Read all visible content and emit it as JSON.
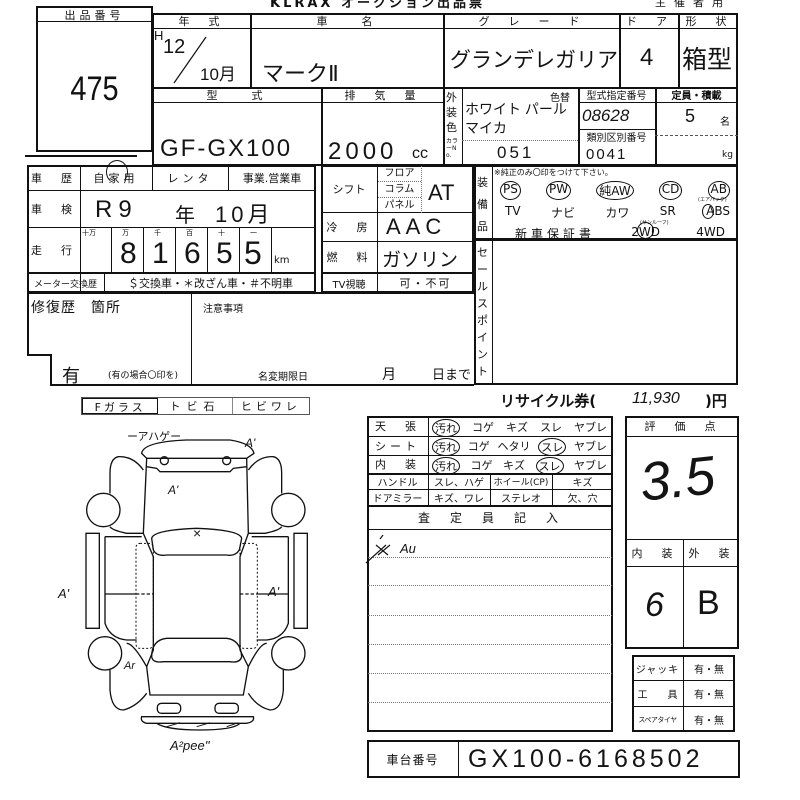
{
  "header": {
    "title": "KLRAX オークション出品票",
    "usage": "主催者用"
  },
  "lot": {
    "label": "出品番号",
    "number": "475"
  },
  "vehicle": {
    "year_label": "年　式",
    "year_era": "H",
    "year": "12",
    "month": "10月",
    "name_label": "車　　名",
    "name": "マークⅡ",
    "grade_label": "グ　レ　ー　ド",
    "grade": "グランデレガリア",
    "doors_label": "ド　ア",
    "doors": "4",
    "shape_label": "形　状",
    "shape": "箱型",
    "model_label": "型　　式",
    "model": "GF-GX100",
    "displacement_label": "排　気　量",
    "displacement": "2000",
    "displacement_unit": "cc",
    "color_label": "外装色",
    "color_change_label": "色替",
    "color": "ホワイト パールマイカ",
    "color_no_label": "カラーNo.",
    "color_no": "051",
    "type_designation_label": "型式指定番号",
    "type_designation": "08628",
    "category_label": "類別区別番号",
    "category": "0041",
    "capacity_label": "定員・積載",
    "capacity": "5",
    "capacity_unit": "名",
    "load_unit": "kg"
  },
  "history": {
    "label": "車　歴",
    "options": [
      "自家用",
      "レンタ",
      "事業.営業車"
    ],
    "inspection_label": "車　検",
    "inspection": "R9",
    "inspection_year": "年",
    "inspection_month": "10月",
    "mileage_label": "走　行",
    "mileage_units": [
      "十万",
      "万",
      "千",
      "百",
      "十",
      "一"
    ],
    "mileage_digits": [
      "",
      "8",
      "1",
      "6",
      "5",
      "5"
    ],
    "mileage_unit": "km",
    "meter_label": "メーター交換歴",
    "meter_options": "＄交換車・＊改ざん車・＃不明車",
    "repair_label": "修復歴　箇所",
    "repair_value": "有",
    "repair_note": "(有の場合〇印を)",
    "notes_label": "注意事項",
    "name_change_label": "名変期限日",
    "month_label": "月",
    "day_label": "日まで"
  },
  "specs": {
    "shift_label": "シフト",
    "shift_options": [
      "フロア",
      "コラム",
      "パネル"
    ],
    "shift": "AT",
    "ac_label": "冷　房",
    "ac": "AAC",
    "fuel_label": "燃　料",
    "fuel": "ガソリン",
    "tv_label": "TV視聴",
    "tv_options": "可・不可"
  },
  "equipment": {
    "label": "装備品",
    "note": "※純正のみ〇印をつけて下さい。",
    "row1": [
      "PS",
      "PW",
      "純AW",
      "CD",
      "AB"
    ],
    "airbag_note": "(エアバック)",
    "row2": [
      "TV",
      "ナビ",
      "カワ",
      "SR",
      "ABS"
    ],
    "sunroof_note": "(サンルーフ)",
    "row3": [
      "新車保証書",
      "2WD",
      "4WD"
    ]
  },
  "sales_point": {
    "label": "セールスポイント"
  },
  "recycle": {
    "label": "リサイクル券(",
    "value": "11,930",
    "suffix": ")円"
  },
  "interior": {
    "rows": [
      {
        "label": "天　張",
        "items": [
          "汚れ",
          "コゲ",
          "キズ",
          "スレ",
          "ヤブレ"
        ]
      },
      {
        "label": "シート",
        "items": [
          "汚れ",
          "コゲ",
          "ヘタリ",
          "スレ",
          "ヤブレ"
        ]
      },
      {
        "label": "内　装",
        "items": [
          "汚れ",
          "コゲ",
          "キズ",
          "スレ",
          "ヤブレ"
        ]
      }
    ],
    "handle": {
      "label": "ハンドル",
      "items": "スレ、ハゲ",
      "wheel": "ホイール(CP)",
      "wheel_items": "キズ"
    },
    "mirror": {
      "label": "ドアミラー",
      "items": "キズ、ワレ",
      "stereo": "ステレオ",
      "stereo_items": "欠、穴"
    }
  },
  "inspector": {
    "label": "査　定　員　記　入",
    "entry": "Au"
  },
  "score": {
    "label": "評　価　点",
    "value": "3.5",
    "interior_label": "内　装",
    "exterior_label": "外　装",
    "interior": "6",
    "exterior": "B"
  },
  "accessories": [
    {
      "label": "ジャッキ",
      "value": "有・無"
    },
    {
      "label": "工　　具",
      "value": "有・無"
    },
    {
      "label": "スペアタイヤ",
      "value": "有・無"
    }
  ],
  "chassis": {
    "label": "車台番号",
    "value": "GX100-6168502"
  },
  "glass": {
    "cells": [
      "Fガラス",
      "トビ石",
      "ヒビワレ"
    ]
  },
  "diagram": {
    "marks": [
      "ーアハゲー",
      "A'",
      "A'",
      "×",
      "A'",
      "A'",
      "Ar",
      "A²pee''"
    ]
  }
}
